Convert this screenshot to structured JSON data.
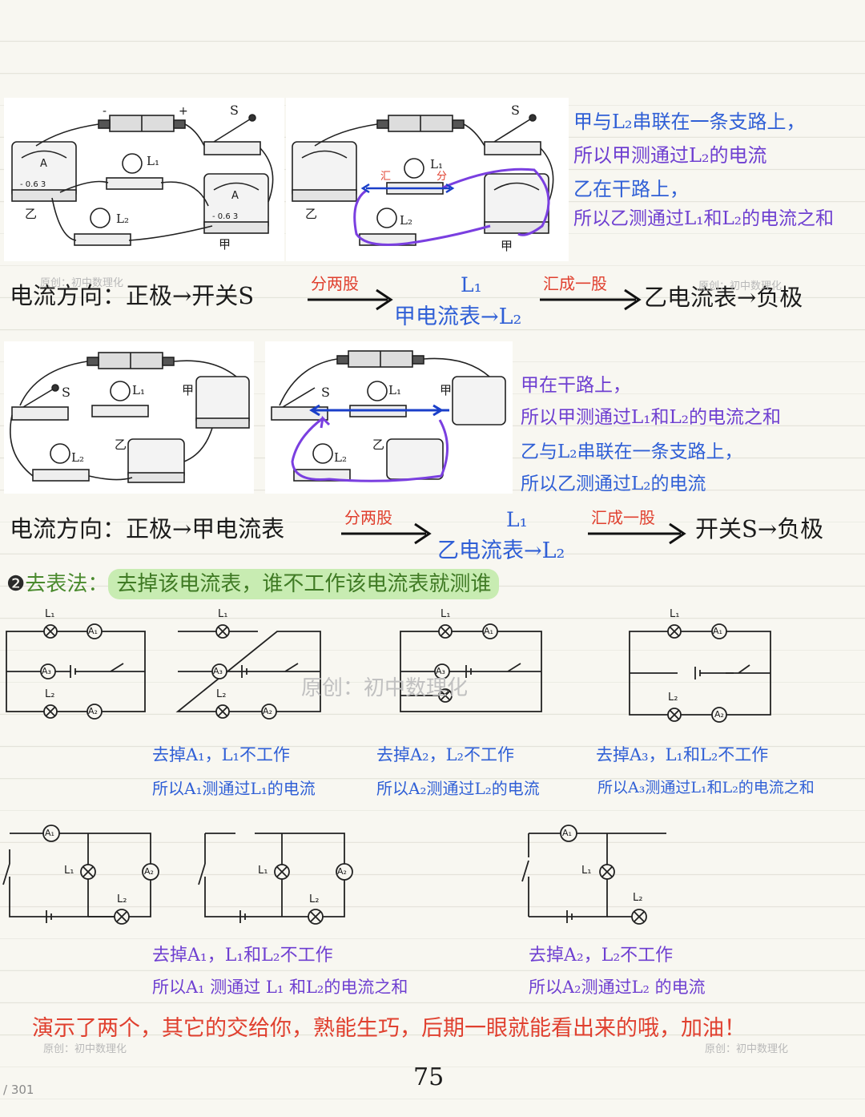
{
  "section1": {
    "notes": [
      "甲与L₂串联在一条支路上，",
      "所以甲测通过L₂的电流",
      "乙在干路上，",
      "所以乙测通过L₁和L₂的电流之和"
    ],
    "labels": {
      "minus": "-",
      "plus": "+",
      "switch": "S",
      "l1": "L₁",
      "l2": "L₂",
      "meter_jia": "甲",
      "meter_yi": "乙",
      "ammeter": "A",
      "scale": "- 0.6 3",
      "hui": "汇",
      "fen": "分"
    },
    "flow": {
      "prefix": "电流方向：正极→开关S",
      "split": "分两股",
      "top": "L₁",
      "bottom": "甲电流表→L₂",
      "merge": "汇成一股",
      "suffix": "乙电流表→负极"
    }
  },
  "section2": {
    "notes": [
      "甲在干路上，",
      "所以甲测通过L₁和L₂的电流之和",
      "乙与L₂串联在一条支路上，",
      "所以乙测通过L₂的电流"
    ],
    "flow": {
      "prefix": "电流方向：正极→甲电流表",
      "split": "分两股",
      "top": "L₁",
      "bottom": "乙电流表→L₂",
      "merge": "汇成一股",
      "suffix": "开关S→负极"
    }
  },
  "method": {
    "number": "❷",
    "title": "去表法：",
    "highlight": "去掉该电流表，谁不工作该电流表就测谁"
  },
  "row1": {
    "labels": {
      "l1": "L₁",
      "l2": "L₂",
      "a1": "A₁",
      "a2": "A₂",
      "a3": "A₃"
    },
    "captions": [
      {
        "line1": "去掉A₁，L₁不工作",
        "line2": "所以A₁测通过L₁的电流"
      },
      {
        "line1": "去掉A₂，L₂不工作",
        "line2": "所以A₂测通过L₂的电流"
      },
      {
        "line1": "去掉A₃，L₁和L₂不工作",
        "line2": "所以A₃测通过L₁和L₂的电流之和"
      }
    ]
  },
  "row2": {
    "captions": [
      {
        "line1": "去掉A₁，L₁和L₂不工作",
        "line2": "所以A₁ 测通过 L₁ 和L₂的电流之和"
      },
      {
        "line1": "去掉A₂，L₂不工作",
        "line2": "所以A₂测通过L₂ 的电流"
      }
    ]
  },
  "footer": {
    "message": "演示了两个，其它的交给你，熟能生巧，后期一眼就能看出来的哦，加油！",
    "page_number": "75",
    "page_count": "/ 301",
    "watermark": "原创：初中数理化"
  },
  "colors": {
    "blue": "#2f5fd6",
    "purple": "#6e3fd1",
    "red": "#e0402f",
    "highlight": "#c8ecb2",
    "paper": "#f8f7f1"
  }
}
